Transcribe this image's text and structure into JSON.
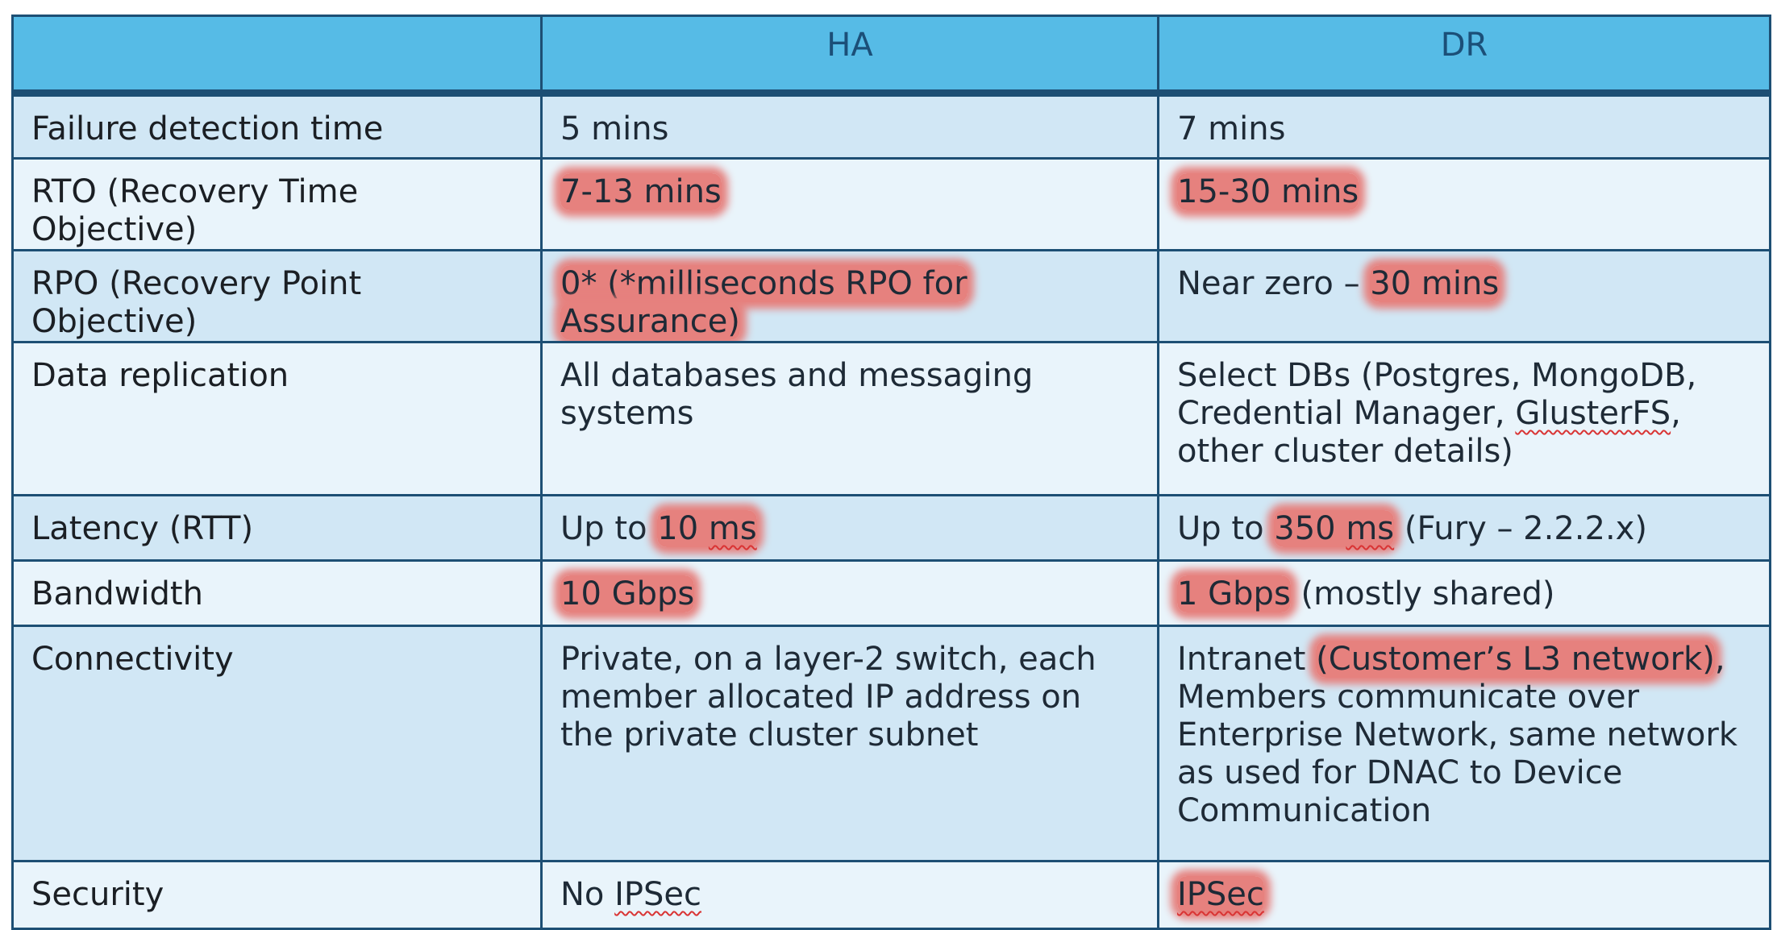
{
  "headers": [
    "",
    "HA",
    "DR"
  ],
  "rows": {
    "failure": {
      "label": "Failure detection time",
      "ha": "5 mins",
      "dr": "7 mins"
    },
    "rto": {
      "label": "RTO (Recovery Time Objective)",
      "ha": "7-13 mins",
      "dr": "15-30 mins"
    },
    "rpo": {
      "label": "RPO (Recovery Point Objective)",
      "ha": "0* (*milliseconds RPO for Assurance)",
      "dr_prefix": "Near zero – ",
      "dr_highlight": "30 mins"
    },
    "replication": {
      "label": "Data replication",
      "ha": "All databases and messaging systems",
      "dr_a": "Select DBs (Postgres, MongoDB, Credential Manager, ",
      "dr_b": "GlusterFS",
      "dr_c": ", other cluster details)"
    },
    "latency": {
      "label": "Latency (RTT)",
      "ha_prefix": "Up to ",
      "ha_num": "10 ",
      "ha_unit": "ms",
      "dr_prefix": "Up to ",
      "dr_num": "350 ",
      "dr_unit": "ms",
      "dr_suffix": " (Fury – 2.2.2.x)"
    },
    "bandwidth": {
      "label": "Bandwidth",
      "ha": "10 Gbps",
      "dr_highlight": "1 Gbps",
      "dr_suffix": " (mostly shared)"
    },
    "connectivity": {
      "label": "Connectivity",
      "ha": "Private, on a layer-2 switch, each member allocated IP address on the private cluster subnet",
      "dr_prefix": "Intranet ",
      "dr_highlight": "(Customer’s L3 network)",
      "dr_suffix": ", Members communicate over Enterprise Network, same network as used for DNAC to Device Communication"
    },
    "security": {
      "label": "Security",
      "ha_prefix": "No ",
      "ha_underlined": "IPSec",
      "dr_highlight": "IPSec"
    }
  },
  "colors": {
    "header_bg": "#56bbe6",
    "header_text": "#1b4f78",
    "row_odd": "#d1e7f5",
    "row_even": "#e9f4fb",
    "border": "#1d4f74",
    "highlight": "#e6817e"
  }
}
